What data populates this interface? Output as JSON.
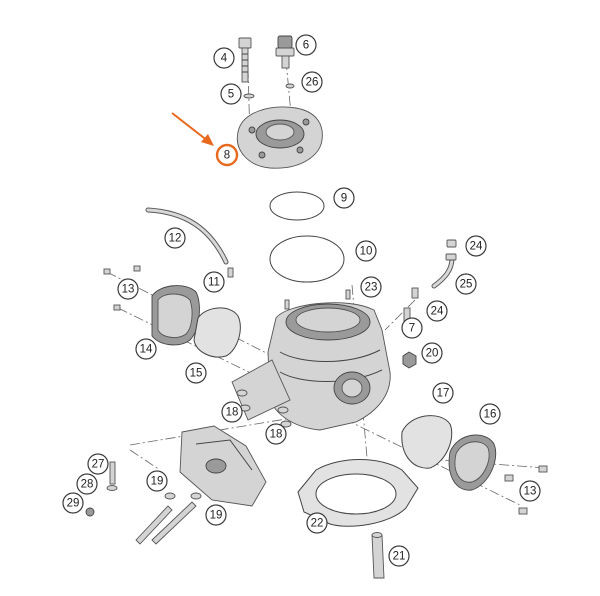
{
  "diagram": {
    "highlight_color": "#e8691e",
    "highlighted_part": "8",
    "callouts": [
      {
        "id": "c4",
        "label": "4"
      },
      {
        "id": "c6",
        "label": "6"
      },
      {
        "id": "c5",
        "label": "5"
      },
      {
        "id": "c26",
        "label": "26"
      },
      {
        "id": "c8",
        "label": "8"
      },
      {
        "id": "c9",
        "label": "9"
      },
      {
        "id": "c12",
        "label": "12"
      },
      {
        "id": "c10",
        "label": "10"
      },
      {
        "id": "c24a",
        "label": "24"
      },
      {
        "id": "c25",
        "label": "25"
      },
      {
        "id": "c23",
        "label": "23"
      },
      {
        "id": "c11",
        "label": "11"
      },
      {
        "id": "c13a",
        "label": "13"
      },
      {
        "id": "c24b",
        "label": "24"
      },
      {
        "id": "c7",
        "label": "7"
      },
      {
        "id": "c14",
        "label": "14"
      },
      {
        "id": "c20",
        "label": "20"
      },
      {
        "id": "c15",
        "label": "15"
      },
      {
        "id": "c17",
        "label": "17"
      },
      {
        "id": "c18a",
        "label": "18"
      },
      {
        "id": "c16",
        "label": "16"
      },
      {
        "id": "c18b",
        "label": "18"
      },
      {
        "id": "c27",
        "label": "27"
      },
      {
        "id": "c19a",
        "label": "19"
      },
      {
        "id": "c28",
        "label": "28"
      },
      {
        "id": "c13b",
        "label": "13"
      },
      {
        "id": "c29",
        "label": "29"
      },
      {
        "id": "c19b",
        "label": "19"
      },
      {
        "id": "c22",
        "label": "22"
      },
      {
        "id": "c21",
        "label": "21"
      }
    ]
  }
}
